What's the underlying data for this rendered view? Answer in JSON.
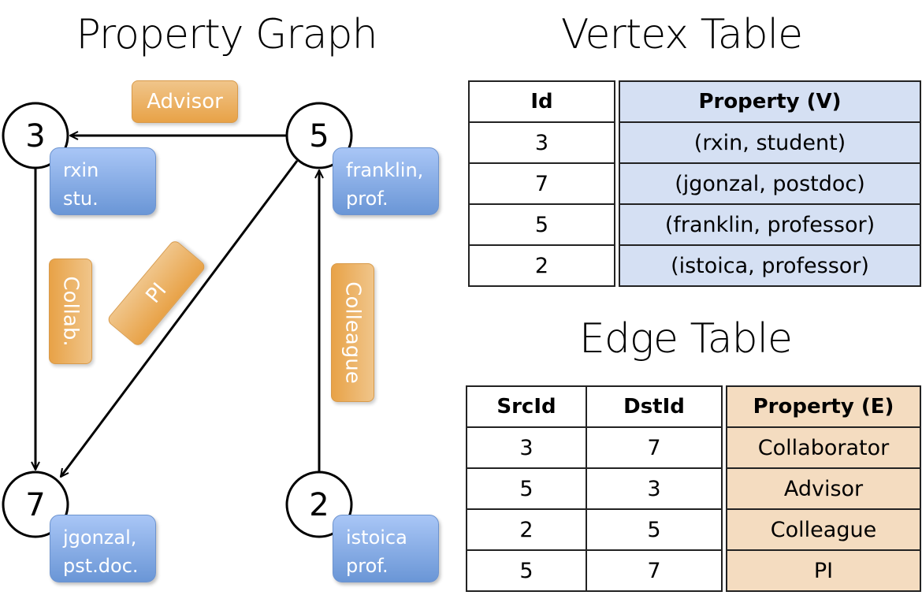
{
  "titles": {
    "graph": "Property Graph",
    "vertex_table": "Vertex Table",
    "edge_table": "Edge Table"
  },
  "colors": {
    "vertex_property": "#7ba2e0",
    "edge_property": "#eba64f",
    "vertex_table_fill": "#d5e0f3",
    "edge_table_fill": "#f4dcc0"
  },
  "graph": {
    "nodes": [
      {
        "id": "3",
        "line1": "rxin",
        "line2": "stu."
      },
      {
        "id": "5",
        "line1": "franklin,",
        "line2": "prof."
      },
      {
        "id": "7",
        "line1": "jgonzal,",
        "line2": "pst.doc."
      },
      {
        "id": "2",
        "line1": "istoica",
        "line2": "prof."
      }
    ],
    "edges": [
      {
        "src": "5",
        "dst": "3",
        "label": "Advisor"
      },
      {
        "src": "3",
        "dst": "7",
        "label": "Collab."
      },
      {
        "src": "5",
        "dst": "7",
        "label": "PI"
      },
      {
        "src": "2",
        "dst": "5",
        "label": "Colleague"
      }
    ]
  },
  "vertex_table": {
    "headers": [
      "Id",
      "Property (V)"
    ],
    "rows": [
      [
        "3",
        "(rxin, student)"
      ],
      [
        "7",
        "(jgonzal, postdoc)"
      ],
      [
        "5",
        "(franklin, professor)"
      ],
      [
        "2",
        "(istoica, professor)"
      ]
    ]
  },
  "edge_table": {
    "headers": [
      "SrcId",
      "DstId",
      "Property (E)"
    ],
    "rows": [
      [
        "3",
        "7",
        "Collaborator"
      ],
      [
        "5",
        "3",
        "Advisor"
      ],
      [
        "2",
        "5",
        "Colleague"
      ],
      [
        "5",
        "7",
        "PI"
      ]
    ]
  }
}
